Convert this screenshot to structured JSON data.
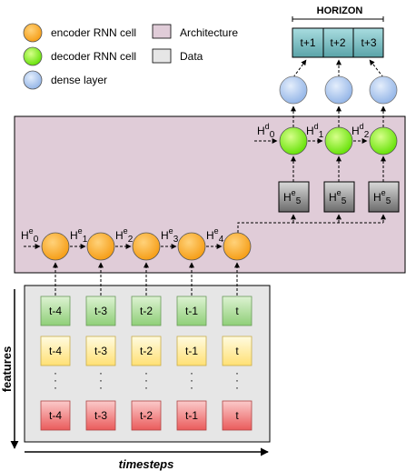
{
  "legend": {
    "encoder": "encoder RNN cell",
    "decoder": "decoder RNN cell",
    "dense": "dense layer",
    "architecture": "Architecture",
    "data": "Data"
  },
  "horizon": {
    "title": "HORIZON",
    "steps": [
      "t+1",
      "t+2",
      "t+3"
    ]
  },
  "decoder": {
    "states": [
      {
        "base": "H",
        "sup": "d",
        "sub": "0"
      },
      {
        "base": "H",
        "sup": "d",
        "sub": "1"
      },
      {
        "base": "H",
        "sup": "d",
        "sub": "2"
      }
    ],
    "context_box": {
      "base": "H",
      "sup": "e",
      "sub": "5"
    }
  },
  "encoder": {
    "states": [
      {
        "base": "H",
        "sup": "e",
        "sub": "0"
      },
      {
        "base": "H",
        "sup": "e",
        "sub": "1"
      },
      {
        "base": "H",
        "sup": "e",
        "sub": "2"
      },
      {
        "base": "H",
        "sup": "e",
        "sub": "3"
      },
      {
        "base": "H",
        "sup": "e",
        "sub": "4"
      }
    ]
  },
  "data_grid": {
    "timesteps": [
      "t-4",
      "t-3",
      "t-2",
      "t-1",
      "t"
    ],
    "ellipsis": "·"
  },
  "axes": {
    "x_label": "timesteps",
    "y_label": "features"
  },
  "colors": {
    "encoder_fill": "#ffa726",
    "decoder_fill": "#7fff00",
    "dense_fill": "#a9c4ec",
    "architecture_fill": "#e0ccd8",
    "data_fill": "#e6e6e6",
    "horizon_fill": "#5fa8ad",
    "context_fill": "#7a7a7a",
    "row_green": "#b5e0a4",
    "row_yellow": "#fff0a0",
    "row_red": "#f27b7b"
  }
}
